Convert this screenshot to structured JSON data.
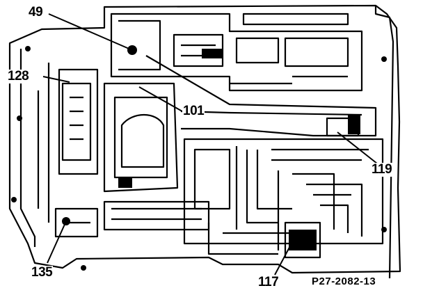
{
  "figure": {
    "callouts": {
      "c49": "49",
      "c128": "128",
      "c101": "101",
      "c119": "119",
      "c135": "135",
      "c117": "117"
    },
    "figure_code": "P27-2082-13"
  },
  "colors": {
    "ink": "#000000",
    "paper": "#ffffff"
  }
}
